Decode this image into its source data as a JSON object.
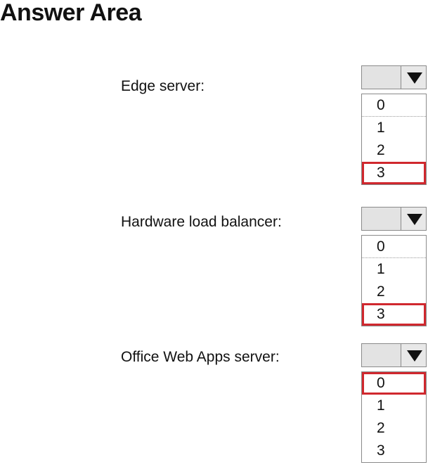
{
  "page": {
    "title": "Answer Area"
  },
  "questions": [
    {
      "label": "Edge server:",
      "options": [
        "0",
        "1",
        "2",
        "3"
      ],
      "selected": "3"
    },
    {
      "label": "Hardware load balancer:",
      "options": [
        "0",
        "1",
        "2",
        "3"
      ],
      "selected": "3"
    },
    {
      "label": "Office Web Apps server:",
      "options": [
        "0",
        "1",
        "2",
        "3"
      ],
      "selected": "0"
    }
  ],
  "icons": {
    "dropdown_arrow": "triangle-down-icon"
  },
  "colors": {
    "selection_highlight": "#d0282e",
    "dropdown_header": "#e3e3e3",
    "border": "#8a8a8a"
  }
}
